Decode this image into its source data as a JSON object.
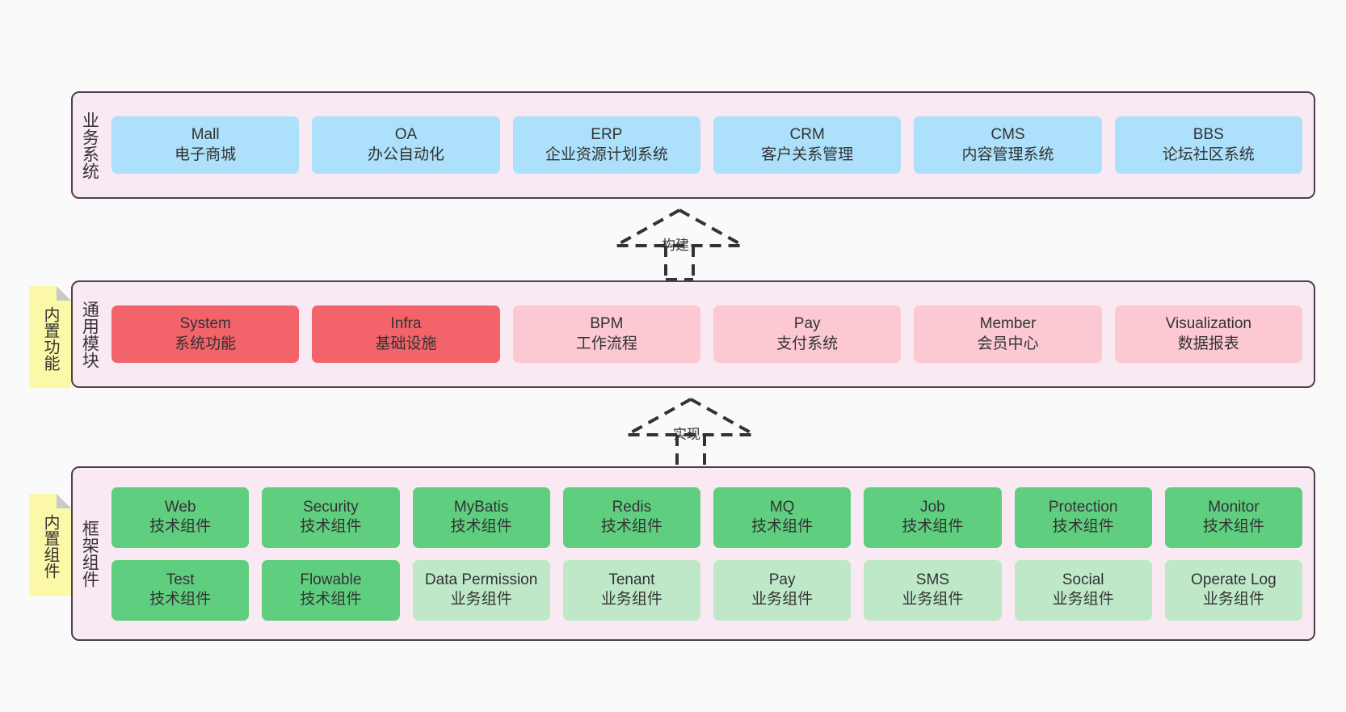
{
  "diagram": {
    "title_hidden": "",
    "colors": {
      "panel_bg": "#f9e9f3",
      "panel_border": "#4d4050",
      "blue": "#ace0fb",
      "red": "#f2636a",
      "pink": "#fcc8d2",
      "green": "#5fce7f",
      "light_green": "#bfe8c9",
      "note_yellow": "#fbf8a8",
      "note_fold": "#c9c9c9",
      "canvas": "#fafafa"
    },
    "layers": [
      {
        "id": "business",
        "label": "业务系统",
        "rows": [
          {
            "nodes": [
              {
                "en": "Mall",
                "cn": "电子商城",
                "color": "blue"
              },
              {
                "en": "OA",
                "cn": "办公自动化",
                "color": "blue"
              },
              {
                "en": "ERP",
                "cn": "企业资源计划系统",
                "color": "blue"
              },
              {
                "en": "CRM",
                "cn": "客户关系管理",
                "color": "blue"
              },
              {
                "en": "CMS",
                "cn": "内容管理系统",
                "color": "blue"
              },
              {
                "en": "BBS",
                "cn": "论坛社区系统",
                "color": "blue"
              }
            ]
          }
        ]
      },
      {
        "id": "common",
        "label": "通用模块",
        "note": "内置功能",
        "rows": [
          {
            "nodes": [
              {
                "en": "System",
                "cn": "系统功能",
                "color": "red"
              },
              {
                "en": "Infra",
                "cn": "基础设施",
                "color": "red"
              },
              {
                "en": "BPM",
                "cn": "工作流程",
                "color": "pink"
              },
              {
                "en": "Pay",
                "cn": "支付系统",
                "color": "pink"
              },
              {
                "en": "Member",
                "cn": "会员中心",
                "color": "pink"
              },
              {
                "en": "Visualization",
                "cn": "数据报表",
                "color": "pink"
              }
            ]
          }
        ]
      },
      {
        "id": "framework",
        "label": "框架组件",
        "note": "内置组件",
        "rows": [
          {
            "nodes": [
              {
                "en": "Web",
                "cn": "技术组件",
                "color": "green"
              },
              {
                "en": "Security",
                "cn": "技术组件",
                "color": "green"
              },
              {
                "en": "MyBatis",
                "cn": "技术组件",
                "color": "green"
              },
              {
                "en": "Redis",
                "cn": "技术组件",
                "color": "green"
              },
              {
                "en": "MQ",
                "cn": "技术组件",
                "color": "green"
              },
              {
                "en": "Job",
                "cn": "技术组件",
                "color": "green"
              },
              {
                "en": "Protection",
                "cn": "技术组件",
                "color": "green"
              },
              {
                "en": "Monitor",
                "cn": "技术组件",
                "color": "green"
              }
            ]
          },
          {
            "nodes": [
              {
                "en": "Test",
                "cn": "技术组件",
                "color": "green"
              },
              {
                "en": "Flowable",
                "cn": "技术组件",
                "color": "green"
              },
              {
                "en": "Data Permission",
                "cn": "业务组件",
                "color": "lightgreen"
              },
              {
                "en": "Tenant",
                "cn": "业务组件",
                "color": "lightgreen"
              },
              {
                "en": "Pay",
                "cn": "业务组件",
                "color": "lightgreen"
              },
              {
                "en": "SMS",
                "cn": "业务组件",
                "color": "lightgreen"
              },
              {
                "en": "Social",
                "cn": "业务组件",
                "color": "lightgreen"
              },
              {
                "en": "Operate Log",
                "cn": "业务组件",
                "color": "lightgreen"
              }
            ]
          }
        ]
      }
    ],
    "connectors": [
      {
        "id": "build",
        "label": "构建",
        "from": "common",
        "to": "business",
        "style": "dashed-generalization"
      },
      {
        "id": "impl",
        "label": "实现",
        "from": "framework",
        "to": "common",
        "style": "dashed-generalization"
      }
    ]
  }
}
